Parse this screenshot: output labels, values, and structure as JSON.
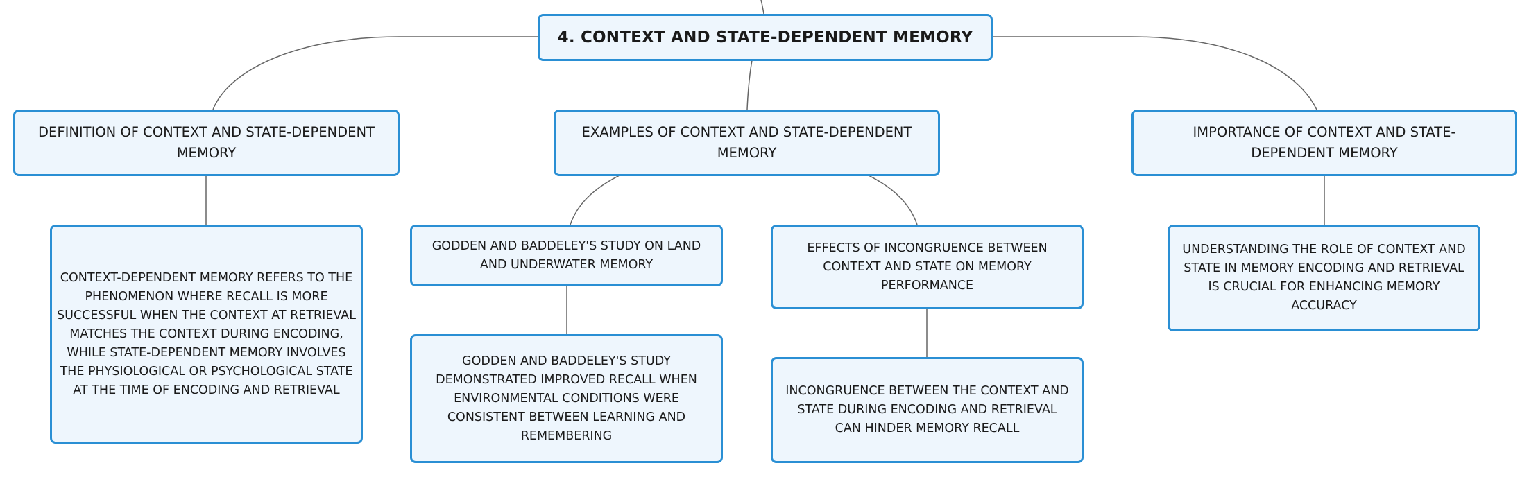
{
  "mindmap": {
    "root": "4. CONTEXT AND STATE-DEPENDENT MEMORY",
    "definition": {
      "title": "DEFINITION OF CONTEXT AND STATE-DEPENDENT MEMORY",
      "detail": "CONTEXT-DEPENDENT MEMORY REFERS TO THE PHENOMENON WHERE RECALL IS MORE SUCCESSFUL WHEN THE CONTEXT AT RETRIEVAL MATCHES THE CONTEXT DURING ENCODING, WHILE STATE-DEPENDENT MEMORY INVOLVES THE PHYSIOLOGICAL OR PSYCHOLOGICAL STATE AT THE TIME OF ENCODING AND RETRIEVAL"
    },
    "examples": {
      "title": "EXAMPLES OF CONTEXT AND STATE-DEPENDENT MEMORY",
      "godden": {
        "title": "GODDEN AND BADDELEY'S STUDY ON LAND AND UNDERWATER MEMORY",
        "detail": "GODDEN AND BADDELEY'S STUDY DEMONSTRATED IMPROVED RECALL WHEN ENVIRONMENTAL CONDITIONS WERE CONSISTENT BETWEEN LEARNING AND REMEMBERING"
      },
      "incongruence": {
        "title": "EFFECTS OF INCONGRUENCE BETWEEN CONTEXT AND STATE ON MEMORY PERFORMANCE",
        "detail": "INCONGRUENCE BETWEEN THE CONTEXT AND STATE DURING ENCODING AND RETRIEVAL CAN HINDER MEMORY RECALL"
      }
    },
    "importance": {
      "title": "IMPORTANCE OF CONTEXT AND STATE-DEPENDENT MEMORY",
      "detail": "UNDERSTANDING THE ROLE OF CONTEXT AND STATE IN MEMORY ENCODING AND RETRIEVAL IS CRUCIAL FOR ENHANCING MEMORY ACCURACY"
    }
  },
  "colors": {
    "node_fill": "#eef6fd",
    "node_border": "#2a8fd4",
    "connector": "#666666",
    "text": "#1a1a1a"
  }
}
